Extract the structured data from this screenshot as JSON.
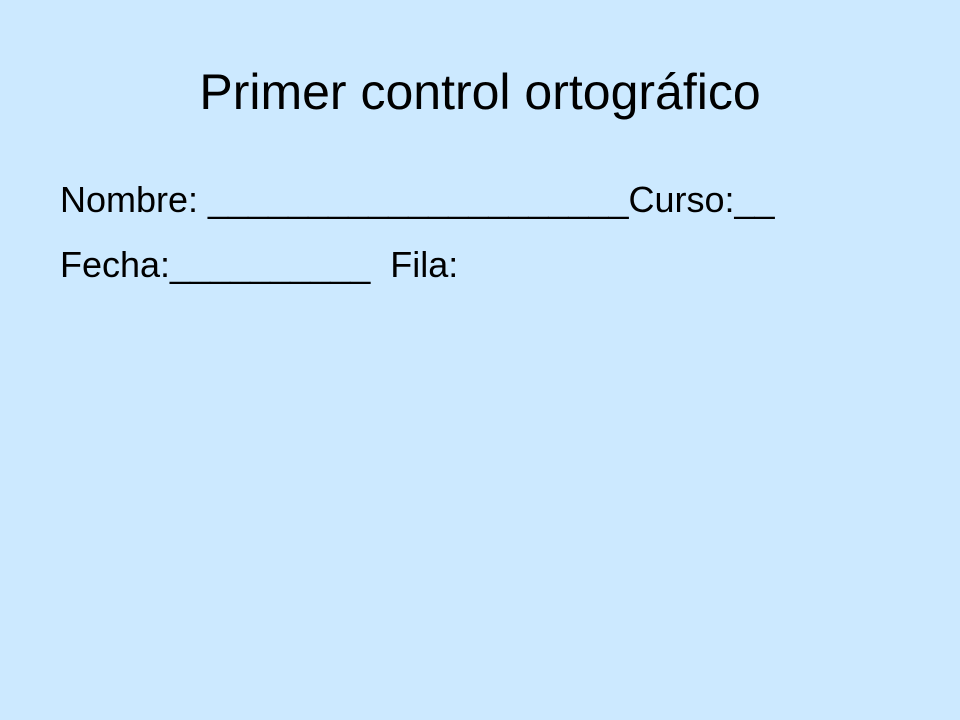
{
  "slide": {
    "background_color": "#cce9ff",
    "text_color": "#000000",
    "title": "Primer control ortográfico",
    "lines": [
      "Nombre: _____________________Curso:__",
      "Fecha:__________  Fila:"
    ]
  }
}
